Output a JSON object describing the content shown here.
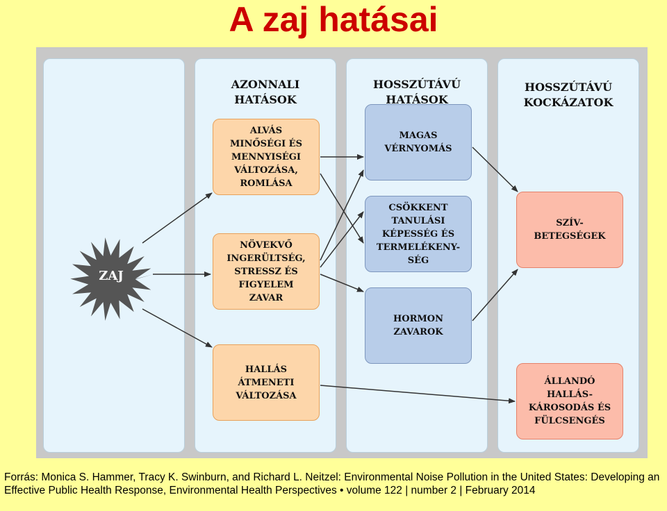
{
  "title": "A zaj hatásai",
  "source": "Forrás:  Monica S. Hammer, Tracy K. Swinburn, and Richard L. Neitzel:  Environmental Noise Pollution in the United States: Developing an Effective Public Health Response, Environmental Health Perspectives • volume 122 | number 2 | February 2014",
  "colors": {
    "title": "#cc0000",
    "background": "#ffff99",
    "column": "#e6f4fc",
    "orange_box": "#fdd6aa",
    "blue_box": "#b8cde9",
    "salmon_box": "#fcbcaa",
    "noise_star": "#555555"
  },
  "diagram": {
    "noise": "ZAJ",
    "columns": [
      {
        "header": "AZONNALI\nHATÁSOK"
      },
      {
        "header": "HOSSZÚTÁVÚ\nHATÁSOK"
      },
      {
        "header": "HOSSZÚTÁVÚ\nKOCKÁZATOK"
      }
    ],
    "immediate": [
      "ALVÁS\nMINŐSÉGI ÉS\nMENNYISÉGI\nVÁLTOZÁSA,\nROMLÁSA",
      "NÖVEKVŐ\nINGERÜLTSÉG,\nSTRESSZ ÉS\nFIGYELEM\nZAVAR",
      "HALLÁS\nÁTMENETI\nVÁLTOZÁSA"
    ],
    "long_term": [
      "MAGAS\nVÉRNYOMÁS",
      "CSÖKKENT\nTANULÁSI\nKÉPESSÉG ÉS\nTERMELÉKENY-\nSÉG",
      "HORMON\nZAVAROK"
    ],
    "risks": [
      "SZÍV-\nBETEGSÉGEK",
      "ÁLLANDÓ\nHALLÁS-\nKÁROSODÁS ÉS\nFÜLCSENGÉS"
    ]
  }
}
